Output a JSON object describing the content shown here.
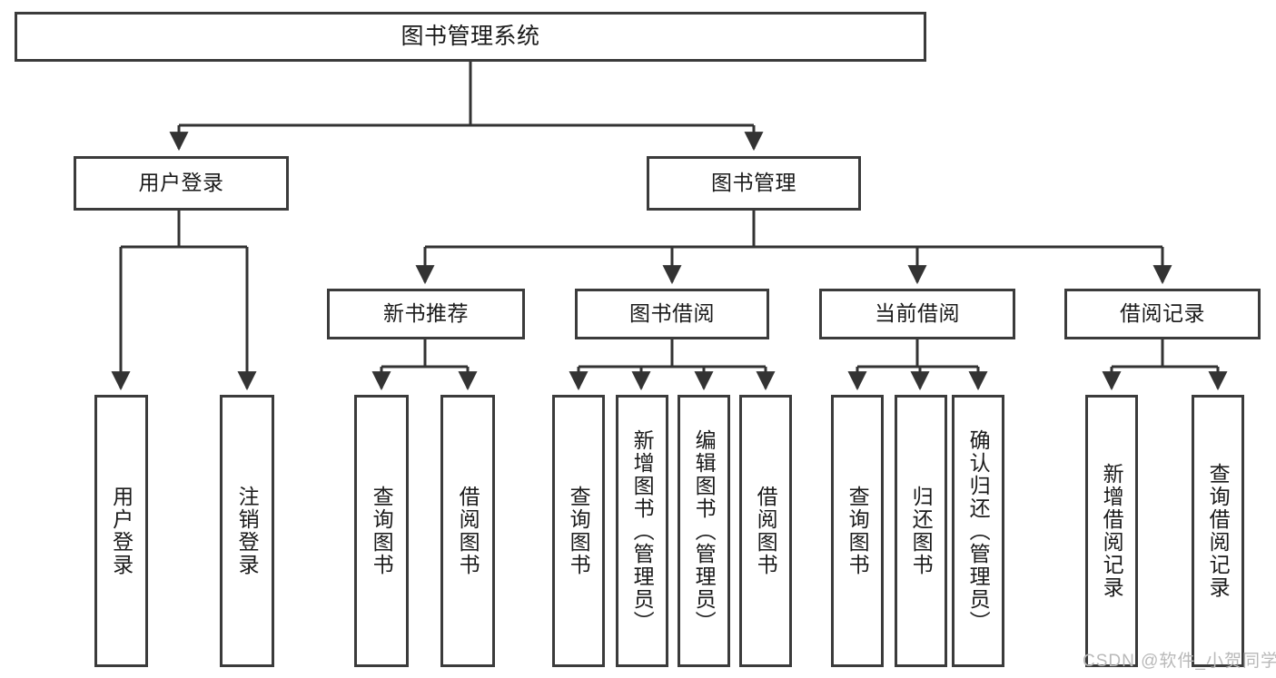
{
  "diagram": {
    "title": "图书管理系统",
    "watermark": "CSDN @软件_小贺同学",
    "colors": {
      "background": "#ffffff",
      "node_border": "#3b3b3b",
      "node_fill": "#ffffff",
      "edge": "#333333",
      "text": "#1a1a1a",
      "watermark": "#b9b9b9"
    },
    "levels": {
      "root": "图书管理系统",
      "level1": [
        "用户登录",
        "图书管理"
      ],
      "level2": [
        "新书推荐",
        "图书借阅",
        "当前借阅",
        "借阅记录"
      ]
    },
    "nodes": {
      "root": {
        "label": "图书管理系统"
      },
      "user_login": {
        "label": "用户登录"
      },
      "book_manage": {
        "label": "图书管理"
      },
      "new_book_rec": {
        "label": "新书推荐"
      },
      "book_borrow": {
        "label": "图书借阅"
      },
      "current_borrow": {
        "label": "当前借阅"
      },
      "borrow_record": {
        "label": "借阅记录"
      },
      "leaf_user_login": {
        "label": "用户登录"
      },
      "leaf_logout": {
        "label": "注销登录"
      },
      "leaf_query_book_a": {
        "label": "查询图书"
      },
      "leaf_borrow_book_a": {
        "label": "借阅图书"
      },
      "leaf_query_book_b": {
        "label": "查询图书"
      },
      "leaf_add_book": {
        "label": "新增图书（管理员）"
      },
      "leaf_edit_book": {
        "label": "编辑图书（管理员）"
      },
      "leaf_borrow_book_b": {
        "label": "借阅图书"
      },
      "leaf_query_book_c": {
        "label": "查询图书"
      },
      "leaf_return_book": {
        "label": "归还图书"
      },
      "leaf_confirm_return": {
        "label": "确认归还（管理员）"
      },
      "leaf_add_record": {
        "label": "新增借阅记录"
      },
      "leaf_query_record": {
        "label": "查询借阅记录"
      }
    },
    "tree": {
      "name": "图书管理系统",
      "children": [
        {
          "name": "用户登录",
          "children": [
            {
              "name": "用户登录"
            },
            {
              "name": "注销登录"
            }
          ]
        },
        {
          "name": "图书管理",
          "children": [
            {
              "name": "新书推荐",
              "children": [
                {
                  "name": "查询图书"
                },
                {
                  "name": "借阅图书"
                }
              ]
            },
            {
              "name": "图书借阅",
              "children": [
                {
                  "name": "查询图书"
                },
                {
                  "name": "新增图书（管理员）"
                },
                {
                  "name": "编辑图书（管理员）"
                },
                {
                  "name": "借阅图书"
                }
              ]
            },
            {
              "name": "当前借阅",
              "children": [
                {
                  "name": "查询图书"
                },
                {
                  "name": "归还图书"
                },
                {
                  "name": "确认归还（管理员）"
                }
              ]
            },
            {
              "name": "借阅记录",
              "children": [
                {
                  "name": "新增借阅记录"
                },
                {
                  "name": "查询借阅记录"
                }
              ]
            }
          ]
        }
      ]
    }
  }
}
